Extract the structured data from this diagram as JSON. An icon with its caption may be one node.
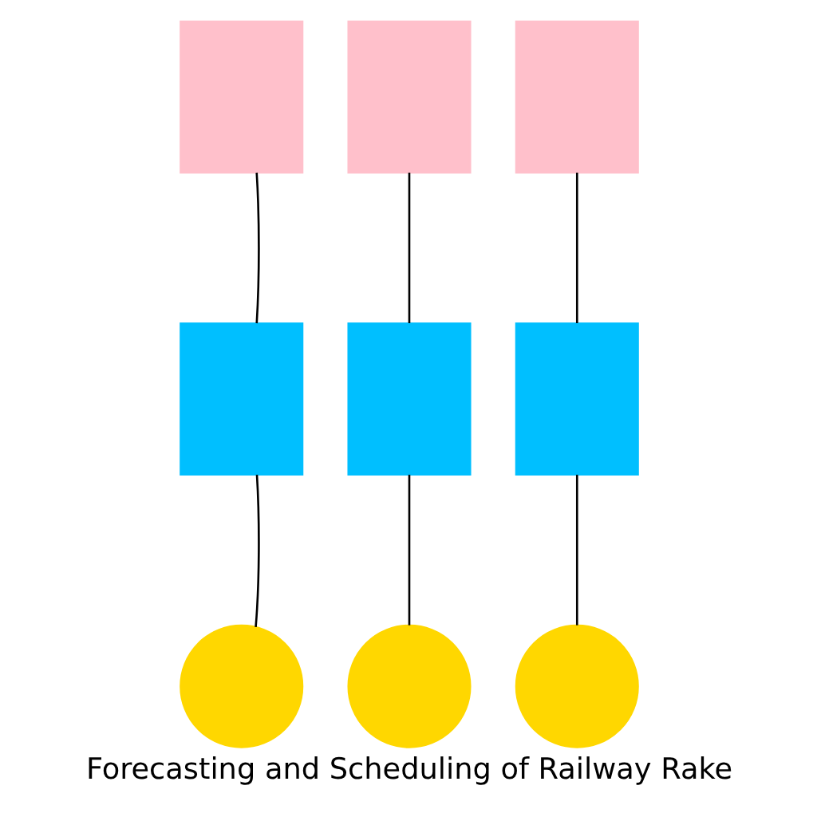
{
  "diagram": {
    "caption": "Forecasting and Scheduling of Railway Rake",
    "nodes": [
      {
        "text": [],
        "shape": "box"
      },
      {
        "text": [],
        "shape": "box"
      },
      {
        "text": [],
        "shape": "box"
      },
      {
        "text": [],
        "shape": "box"
      },
      {
        "text": [],
        "shape": "box"
      },
      {
        "text": [],
        "shape": "box"
      },
      {
        "text": [],
        "shape": "circle"
      },
      {
        "text": [],
        "shape": "circle"
      },
      {
        "text": [],
        "shape": "circle"
      }
    ],
    "edges": [
      {
        "from": 0,
        "to": 3,
        "arrow": "none"
      },
      {
        "from": 1,
        "to": 4,
        "arrow": "none"
      },
      {
        "from": 2,
        "to": 5,
        "arrow": "none"
      },
      {
        "from": 6,
        "to": 3,
        "arrow": "none"
      },
      {
        "from": 7,
        "to": 4,
        "arrow": "none"
      },
      {
        "from": 8,
        "to": 5,
        "arrow": "none"
      }
    ]
  }
}
